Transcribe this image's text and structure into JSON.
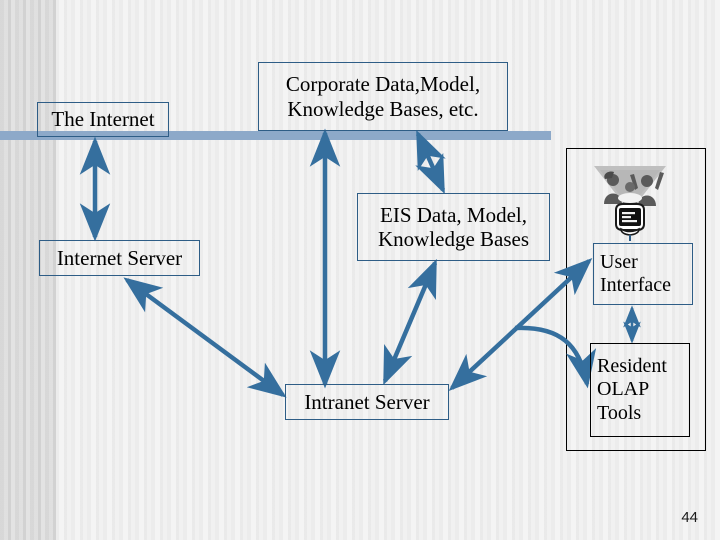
{
  "slide": {
    "page_number": "44",
    "accent_color": "#8da9c9",
    "arrow_color": "#356f9e",
    "box_border_blue": "#2e5d86",
    "box_border_black": "#000000",
    "background_color": "#f4f4f4"
  },
  "nodes": {
    "internet": {
      "label": "The Internet"
    },
    "corporate": {
      "line1": "Corporate Data,Model,",
      "line2": "Knowledge Bases, etc."
    },
    "eis": {
      "line1": "EIS Data, Model,",
      "line2": "Knowledge Bases"
    },
    "internet_server": {
      "label": "Internet Server"
    },
    "intranet_server": {
      "label": "Intranet Server"
    },
    "user_interface": {
      "line1": "User",
      "line2": "Interface"
    },
    "olap": {
      "line1": "Resident",
      "line2": "OLAP",
      "line3": "Tools"
    }
  },
  "icons": {
    "group_meeting": "group-meeting-icon"
  },
  "connectors": [
    {
      "name": "internet-to-internet-server",
      "style": "double-headed-vertical"
    },
    {
      "name": "corporate-to-intranet-server",
      "style": "double-headed-vertical"
    },
    {
      "name": "corporate-to-eis",
      "style": "double-headed-diagonal"
    },
    {
      "name": "eis-to-intranet-server",
      "style": "double-headed-diagonal"
    },
    {
      "name": "internet-server-to-intranet-server",
      "style": "double-headed-diagonal"
    },
    {
      "name": "intranet-server-to-user-interface",
      "style": "double-headed-diagonal"
    },
    {
      "name": "intranet-server-to-olap",
      "style": "curved-single-headed"
    },
    {
      "name": "user-interface-to-olap",
      "style": "double-headed-vertical"
    }
  ]
}
